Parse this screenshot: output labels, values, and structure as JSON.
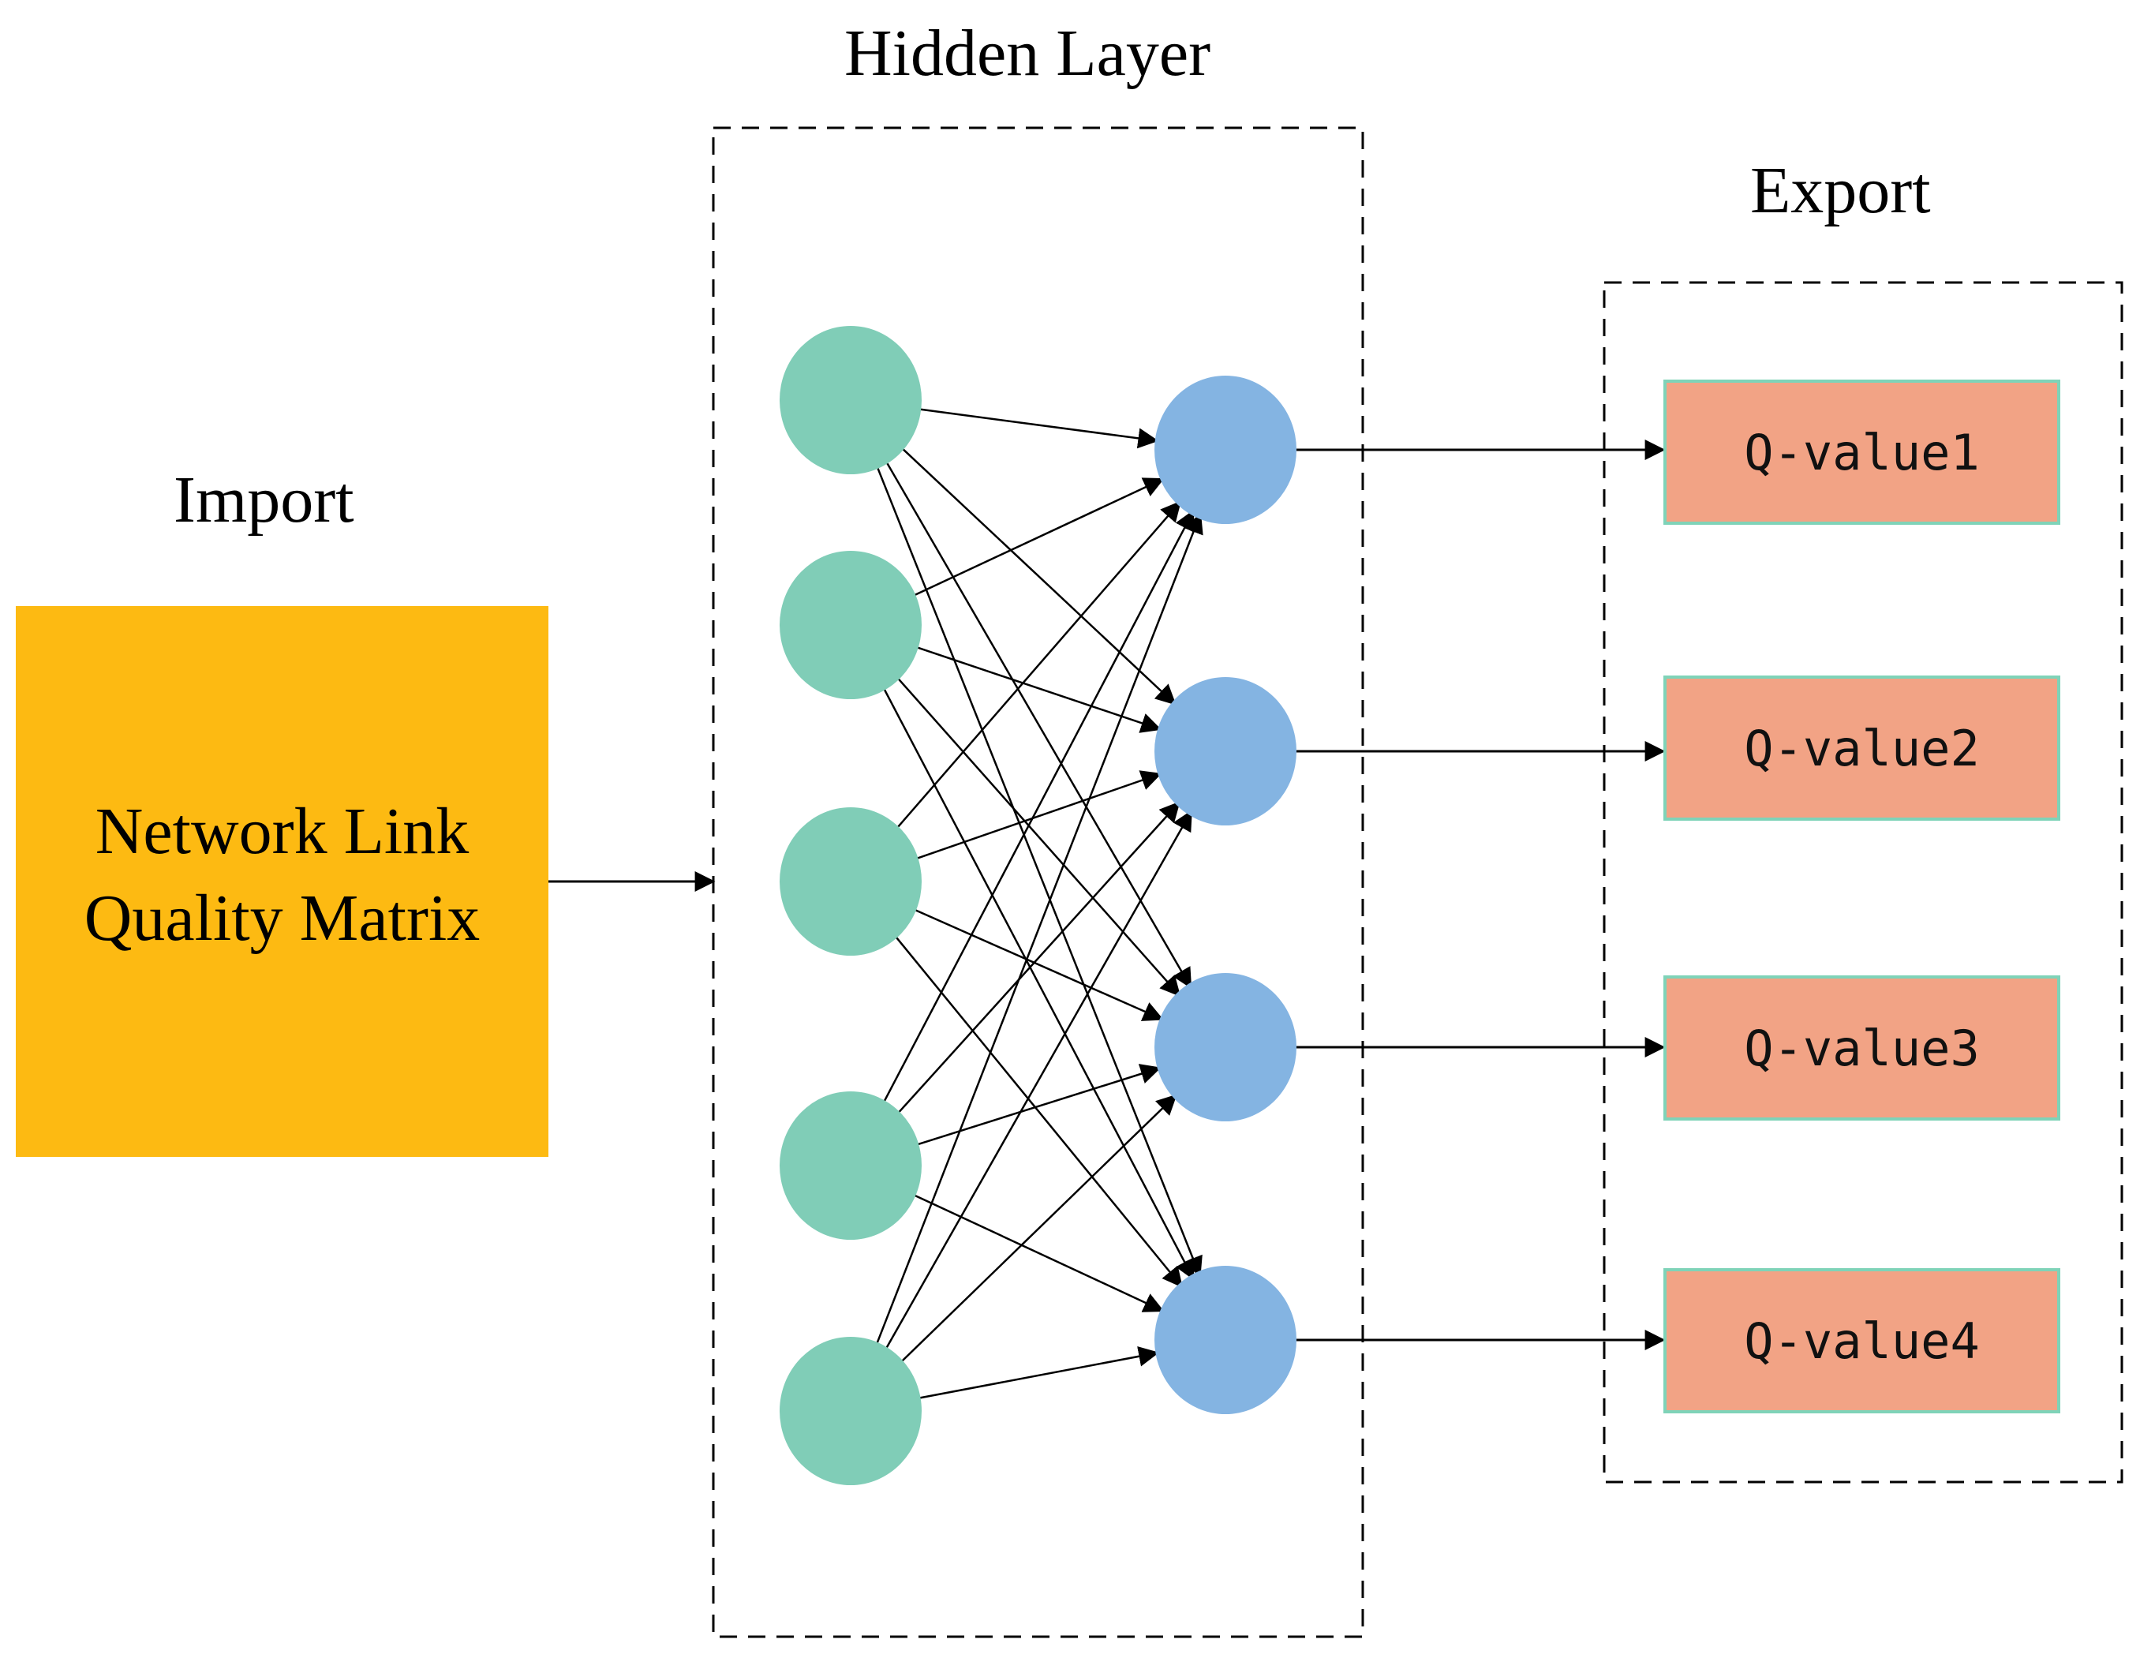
{
  "headings": {
    "hidden": "Hidden Layer",
    "export": "Export",
    "import": "Import"
  },
  "input": {
    "line1": "Network Link",
    "line2": "Quality Matrix"
  },
  "outputs": [
    "Q-value1",
    "Q-value2",
    "Q-value3",
    "Q-value4"
  ],
  "network": {
    "input_neurons": 5,
    "hidden_neurons": 4,
    "fully_connected": true
  },
  "colors": {
    "input_box": "#FDBA12",
    "input_neuron": "#80CDB7",
    "hidden_neuron": "#84B4E2",
    "output_box": "#F2A385",
    "output_border": "#7FD3B8",
    "line": "#000000"
  }
}
